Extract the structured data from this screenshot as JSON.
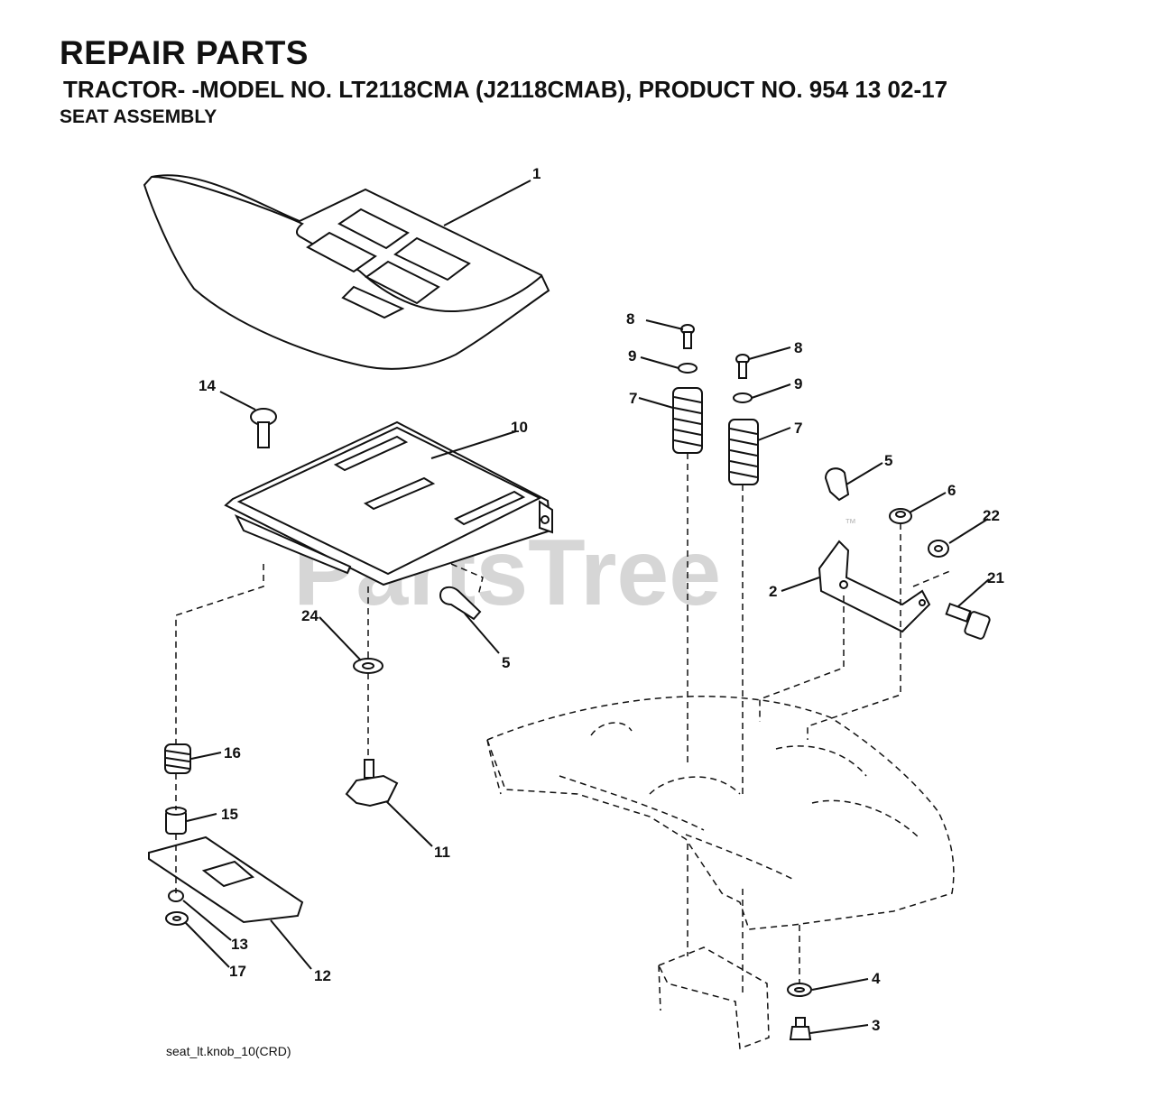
{
  "header": {
    "title": "REPAIR PARTS",
    "subtitle": "TRACTOR- -MODEL NO. LT2118CMA (J2118CMAB), PRODUCT NO. 954 13 02-17",
    "section": "SEAT ASSEMBLY"
  },
  "watermark": {
    "text": "PartsTree",
    "trademark": "™"
  },
  "footer": {
    "drawing_id": "seat_lt.knob_10(CRD)"
  },
  "callouts": {
    "c1": "1",
    "c2": "2",
    "c3": "3",
    "c4": "4",
    "c5a": "5",
    "c5b": "5",
    "c6": "6",
    "c7a": "7",
    "c7b": "7",
    "c8a": "8",
    "c8b": "8",
    "c9a": "9",
    "c9b": "9",
    "c10": "10",
    "c11": "11",
    "c12": "12",
    "c13": "13",
    "c14": "14",
    "c15": "15",
    "c16": "16",
    "c17": "17",
    "c21": "21",
    "c22": "22",
    "c24": "24"
  }
}
